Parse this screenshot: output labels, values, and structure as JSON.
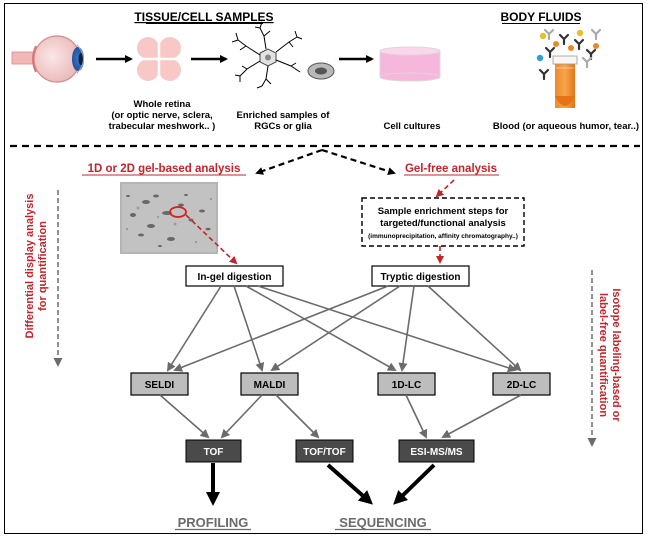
{
  "sections": {
    "tissue_title": "TISSUE/CELL SAMPLES",
    "fluids_title": "BODY FLUIDS"
  },
  "samples": {
    "retina_label": [
      "Whole retina",
      "(or optic nerve, sclera,",
      "trabecular meshwork.. )"
    ],
    "enriched_label": [
      "Enriched samples of",
      "RGCs or glia"
    ],
    "culture_label": "Cell cultures",
    "blood_label": "Blood (or aqueous humor, tear..)"
  },
  "analysis": {
    "gel_title": "1D or 2D gel-based analysis",
    "gelfree_title": "Gel-free analysis",
    "enrichment_box": [
      "Sample enrichment steps for",
      "targeted/functional analysis"
    ],
    "enrichment_sub": "(immunoprecipitation, affinity chromatography..)",
    "ingel": "In-gel digestion",
    "tryptic": "Tryptic digestion",
    "left_side": [
      "Differential display analysis",
      "for quantification"
    ],
    "right_side": [
      "Isotope labeling-based or",
      "label-free quantification"
    ]
  },
  "methods": {
    "seldi": "SELDI",
    "maldi": "MALDI",
    "lc1d": "1D-LC",
    "lc2d": "2D-LC"
  },
  "analyzers": {
    "tof": "TOF",
    "toftof": "TOF/TOF",
    "esi": "ESI-MS/MS"
  },
  "outcomes": {
    "profiling": "PROFILING",
    "sequencing": "SEQUENCING"
  },
  "colors": {
    "accent_red": "#c0262b",
    "gray_box": "#bdbdbd",
    "dark_box": "#4a4a4a",
    "arrow_gray": "#6b6b6b"
  }
}
